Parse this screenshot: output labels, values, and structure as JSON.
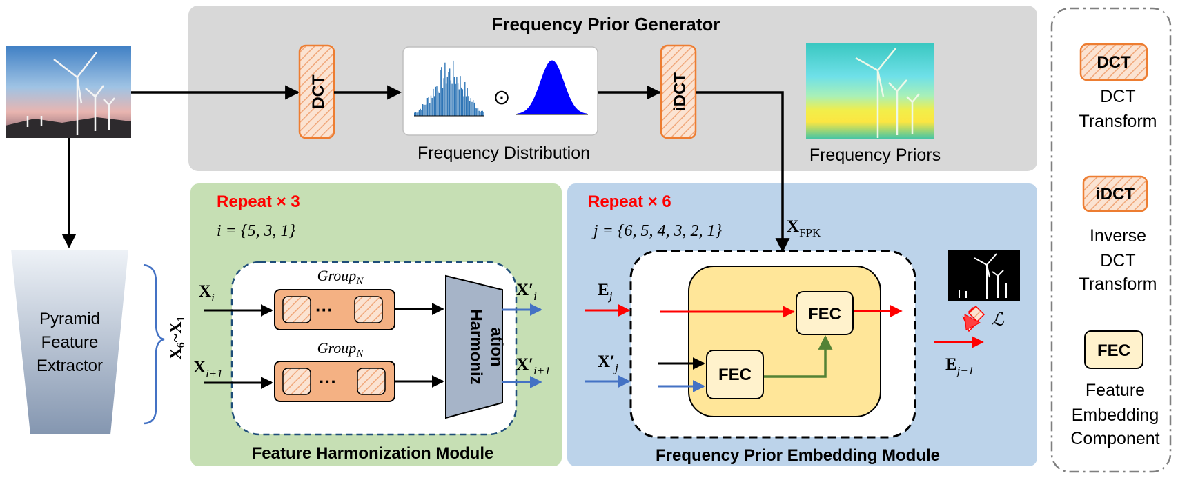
{
  "colors": {
    "gray_panel": "#d8d8d8",
    "green_panel": "#c6dfb4",
    "blue_panel": "#bcd3ea",
    "orange_block": "#f4b183",
    "fec_fill": "#fff2cc",
    "fec_big_fill": "#ffe699",
    "red_text": "#ff0000",
    "red_arrow": "#ff0000",
    "blue_arrow": "#4472c4",
    "green_arrow": "#548235",
    "hist_blue": "#2e75b6",
    "gauss_blue": "#0000ff",
    "trapezoid_fill": "#a6b4c8"
  },
  "generator": {
    "title": "Frequency Prior Generator",
    "dct_label": "DCT",
    "idct_label": "iDCT",
    "odot": "⊙",
    "freq_distribution_caption": "Frequency Distribution",
    "freq_priors_caption": "Frequency Priors"
  },
  "extractor": {
    "line1": "Pyramid",
    "line2": "Feature",
    "line3": "Extractor",
    "range_label": "X6~X1"
  },
  "fhm": {
    "repeat_prefix": "Repeat",
    "repeat_suffix": "× 3",
    "index_eq": "i = {5, 3, 1}",
    "group_label": "Group",
    "group_sub": "N",
    "dots": "···",
    "harmonization_line1": "Harmoniz",
    "harmonization_line2": "ation",
    "in_top": "X",
    "in_top_sub": "i",
    "in_bot": "X",
    "in_bot_sub": "i+1",
    "out_top": "X′",
    "out_top_sub": "i",
    "out_bot": "X′",
    "out_bot_sub": "i+1",
    "caption": "Feature Harmonization Module"
  },
  "fpem": {
    "repeat_prefix": "Repeat",
    "repeat_suffix": "× 6",
    "index_eq": "j = {6, 5, 4, 3, 2, 1}",
    "x_fpk": "X",
    "x_fpk_sub": "FPK",
    "in_e": "E",
    "in_e_sub": "j",
    "in_x": "X′",
    "in_x_sub": "j",
    "fec_label": "FEC",
    "out_e": "E",
    "out_e_sub": "j−1",
    "loss_symbol": "ℒ",
    "caption": "Frequency Prior Embedding Module"
  },
  "legend": {
    "dct_box": "DCT",
    "dct_line1": "DCT",
    "dct_line2": "Transform",
    "idct_box": "iDCT",
    "idct_line1": "Inverse",
    "idct_line2": "DCT",
    "idct_line3": "Transform",
    "fec_box": "FEC",
    "fec_line1": "Feature",
    "fec_line2": "Embedding",
    "fec_line3": "Component"
  }
}
